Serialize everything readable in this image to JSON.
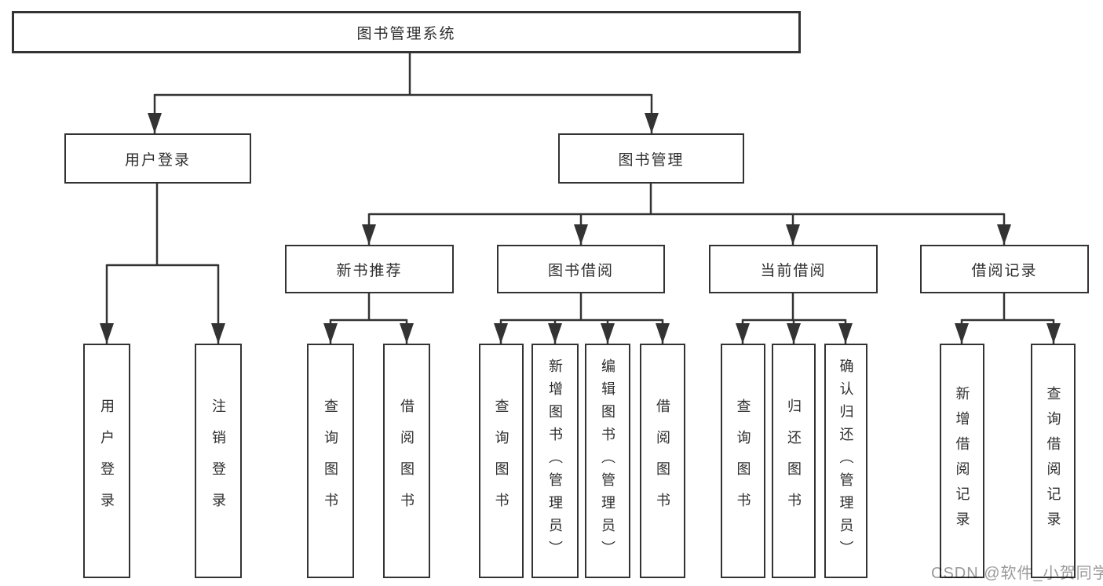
{
  "colors": {
    "line": "#333333",
    "box_border": "#333333",
    "text": "#2e2e2e",
    "watermark": "#9a9a9a",
    "background": "#ffffff"
  },
  "diagram": {
    "type": "hierarchy-tree",
    "root": {
      "label": "图书管理系统",
      "children": [
        {
          "label": "用户登录",
          "children": [
            {
              "label": "用户登录"
            },
            {
              "label": "注销登录"
            }
          ]
        },
        {
          "label": "图书管理",
          "children": [
            {
              "label": "新书推荐",
              "children": [
                {
                  "label": "查询图书"
                },
                {
                  "label": "借阅图书"
                }
              ]
            },
            {
              "label": "图书借阅",
              "children": [
                {
                  "label": "查询图书"
                },
                {
                  "label": "新增图书（管理员）"
                },
                {
                  "label": "编辑图书（管理员）"
                },
                {
                  "label": "借阅图书"
                }
              ]
            },
            {
              "label": "当前借阅",
              "children": [
                {
                  "label": "查询图书"
                },
                {
                  "label": "归还图书"
                },
                {
                  "label": "确认归还（管理员）"
                }
              ]
            },
            {
              "label": "借阅记录",
              "children": [
                {
                  "label": "新增借阅记录"
                },
                {
                  "label": "查询借阅记录"
                }
              ]
            }
          ]
        }
      ]
    }
  },
  "watermark": {
    "text": "CSDN @软件_小贺同学"
  }
}
